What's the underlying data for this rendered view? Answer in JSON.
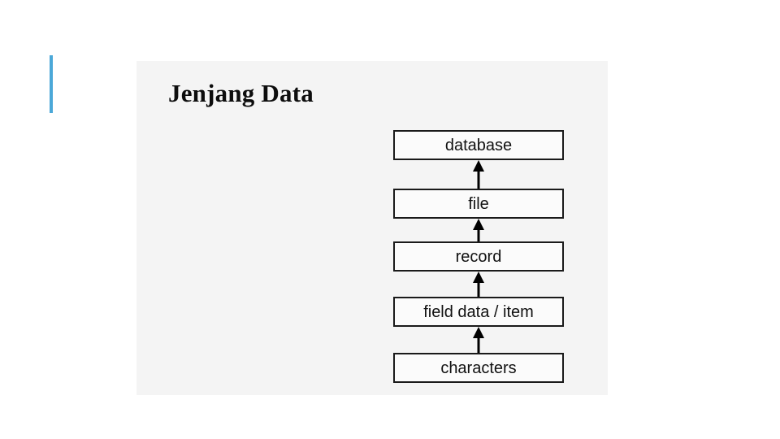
{
  "slide": {
    "title": "Jenjang Data",
    "background_color": "#FFFFFF",
    "panel_color": "#F4F4F4",
    "accent_color": "#4BA8D8"
  },
  "diagram": {
    "type": "vertical-hierarchy",
    "direction": "bottom-to-top",
    "box_fill": "#FBFBFB",
    "box_border": "#1A1A1A",
    "arrow_color": "#000000",
    "nodes": [
      {
        "label": "database",
        "level": 5
      },
      {
        "label": "file",
        "level": 4
      },
      {
        "label": "record",
        "level": 3
      },
      {
        "label": "field data / item",
        "level": 2
      },
      {
        "label": "characters",
        "level": 1
      }
    ],
    "arrows": [
      {
        "from": "file",
        "to": "database"
      },
      {
        "from": "record",
        "to": "file"
      },
      {
        "from": "field data / item",
        "to": "record"
      },
      {
        "from": "characters",
        "to": "field data / item"
      }
    ]
  }
}
